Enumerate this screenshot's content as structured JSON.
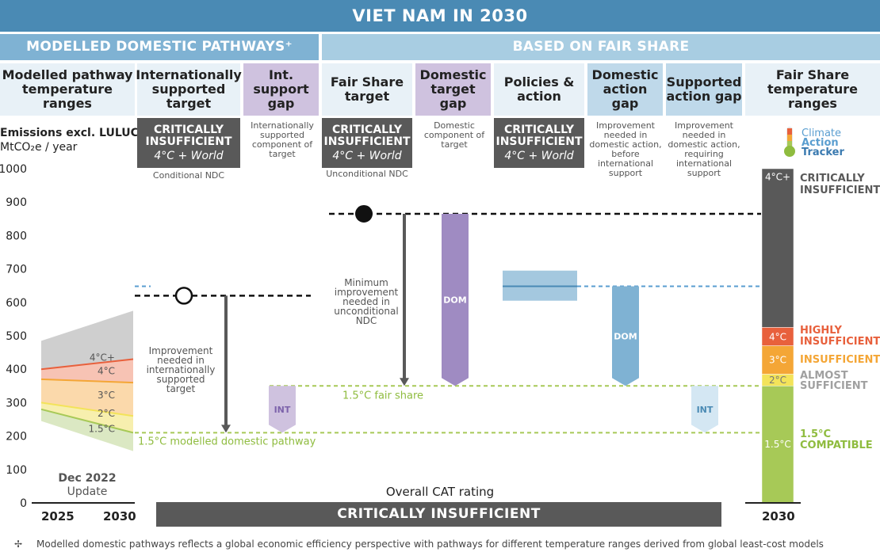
{
  "title": "VIET NAM IN 2030",
  "sections": {
    "left": "MODELLED DOMESTIC PATHWAYS⁺",
    "right": "BASED ON FAIR SHARE"
  },
  "columns": {
    "modelled": "Modelled pathway temperature ranges",
    "intl_target": "Internationally supported target",
    "int_gap": "Int. support gap",
    "fair_target": "Fair Share target",
    "dom_gap": "Domestic target gap",
    "policies": "Policies & action",
    "dom_action_gap": "Domestic action gap",
    "sup_action_gap": "Supported action gap",
    "fair_ranges": "Fair Share temperature ranges"
  },
  "ratings": {
    "intl": {
      "line1": "CRITICALLY",
      "line2": "INSUFFICIENT",
      "line3": "4°C + World"
    },
    "uncond": {
      "line1": "CRITICALLY",
      "line2": "INSUFFICIENT",
      "line3": "4°C + World"
    },
    "policies": {
      "line1": "CRITICALLY",
      "line2": "INSUFFICIENT",
      "line3": "4°C + World"
    }
  },
  "notes": {
    "conditional": "Conditional NDC",
    "unconditional": "Unconditional NDC",
    "int_component": "Internationally supported component of target",
    "dom_component": "Domestic component of target",
    "improve_dom": "Improvement needed in domestic action, before international support",
    "improve_sup": "Improvement needed in domestic action, requiring international support",
    "improve_intl": "Improvement needed in internationally supported target",
    "min_improve": "Minimum improvement needed in unconditional NDC",
    "fair_share": "1.5°C fair share",
    "modelled_pathway": "1.5°C modelled domestic pathway"
  },
  "axis": {
    "label": "Emissions excl. LULUCF",
    "unit": "MtCO₂e / year",
    "ticks": [
      "1000",
      "900",
      "800",
      "700",
      "600",
      "500",
      "400",
      "300",
      "200",
      "100",
      "0"
    ],
    "year_start": "2025",
    "year_end": "2030",
    "year_right": "2030",
    "dec": "Dec 2022",
    "update": "Update"
  },
  "logo": {
    "line1": "Climate",
    "line2": "Action",
    "line3": "Tracker"
  },
  "overall": {
    "label": "Overall CAT rating",
    "value": "CRITICALLY INSUFFICIENT"
  },
  "footnote": "Modelled domestic pathways reflects a global economic efficiency perspective with pathways for different temperature ranges derived from global least-cost models",
  "footnote_symbol": "✢",
  "chart_data": {
    "type": "bar",
    "ylim": [
      0,
      1000
    ],
    "ylabel": "Emissions excl. LULUCF MtCO₂e / year",
    "modelled_ranges": [
      {
        "name": "4°C+",
        "y2025": [
          400,
          485
        ],
        "y2030": [
          430,
          575
        ]
      },
      {
        "name": "4°C",
        "y2025": [
          370,
          400
        ],
        "y2030": [
          360,
          430
        ]
      },
      {
        "name": "3°C",
        "y2025": [
          300,
          370
        ],
        "y2030": [
          260,
          360
        ]
      },
      {
        "name": "2°C",
        "y2025": [
          280,
          300
        ],
        "y2030": [
          210,
          260
        ]
      },
      {
        "name": "1.5°C",
        "y2025": [
          245,
          280
        ],
        "y2030": [
          155,
          210
        ]
      }
    ],
    "conditional_ndc": 620,
    "unconditional_ndc": 865,
    "fair_share_1_5": 350,
    "modelled_domestic_1_5": 210,
    "policies_range": [
      605,
      695
    ],
    "policies_value": 648,
    "dom_gap": {
      "label": "DOM",
      "from": 865,
      "to": 350
    },
    "int_gap": {
      "label": "INT",
      "from": 350,
      "to": 210
    },
    "dom_action_gap": {
      "label": "DOM",
      "from": 648,
      "to": 350
    },
    "sup_action_gap": {
      "label": "INT",
      "from": 350,
      "to": 210
    },
    "fair_share_ranges": [
      {
        "name": "4°C+",
        "rating": "CRITICALLY INSUFFICIENT",
        "range": [
          525,
          1000
        ],
        "color": "#595959"
      },
      {
        "name": "4°C",
        "rating": "HIGHLY INSUFFICIENT",
        "range": [
          470,
          525
        ],
        "color": "#e8603c"
      },
      {
        "name": "3°C",
        "rating": "INSUFFICIENT",
        "range": [
          385,
          470
        ],
        "color": "#f4a636"
      },
      {
        "name": "2°C",
        "rating": "ALMOST SUFFICIENT",
        "range": [
          350,
          385
        ],
        "color": "#f3e35a"
      },
      {
        "name": "1.5°C",
        "rating": "1.5°C COMPATIBLE",
        "range": [
          0,
          350
        ],
        "color": "#a7c957"
      }
    ],
    "rating_text_colors": {
      "critically": "#595959",
      "highly": "#e8603c",
      "insufficient": "#f4a636",
      "almost": "#a0a0a0",
      "compatible": "#8fbc3f"
    }
  }
}
